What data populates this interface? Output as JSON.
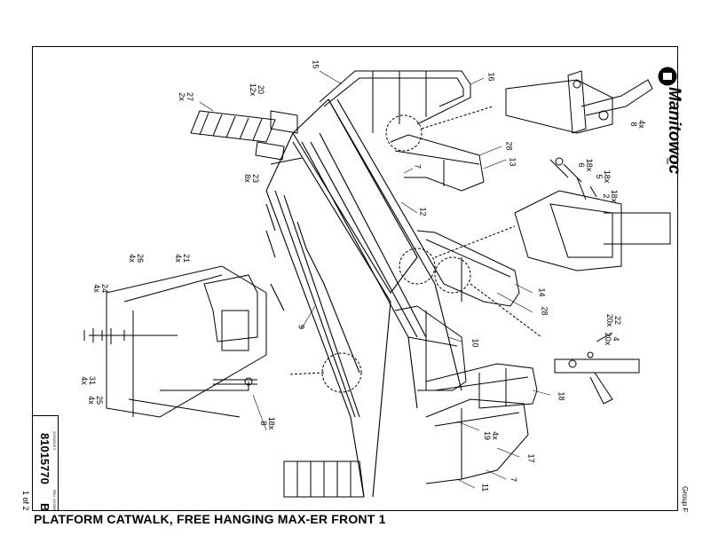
{
  "title": "PLATFORM CATWALK, FREE HANGING MAX-ER FRONT 1",
  "page": "1 of 2",
  "group": "Group F",
  "brand": "Manitowoc",
  "doc_number": "81015770",
  "revision": "B",
  "small_label_1": "2/23/2009 3",
  "small_label_2": "REV. 2/23/09",
  "callouts": [
    {
      "label": "15"
    },
    {
      "label": "16"
    },
    {
      "label": "20\n12x"
    },
    {
      "label": "27\n2x"
    },
    {
      "label": "4x\n8"
    },
    {
      "label": "28"
    },
    {
      "label": "13"
    },
    {
      "label": "7"
    },
    {
      "label": "18x\n6"
    },
    {
      "label": "18x\n5"
    },
    {
      "label": "18x\n2"
    },
    {
      "label": "23\n8x"
    },
    {
      "label": "12"
    },
    {
      "label": "26\n4x"
    },
    {
      "label": "21\n4x"
    },
    {
      "label": "24\n4x"
    },
    {
      "label": "14"
    },
    {
      "label": "28"
    },
    {
      "label": "9"
    },
    {
      "label": "22\n20x"
    },
    {
      "label": "4\n20x"
    },
    {
      "label": "10"
    },
    {
      "label": "31\n4x"
    },
    {
      "label": "25\n4x"
    },
    {
      "label": "18x\n8"
    },
    {
      "label": "18"
    },
    {
      "label": "4x\n19"
    },
    {
      "label": "17"
    },
    {
      "label": "7"
    },
    {
      "label": "11"
    }
  ]
}
